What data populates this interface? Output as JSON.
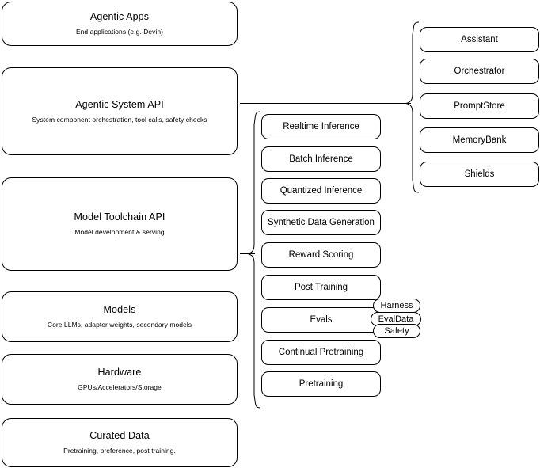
{
  "diagram": {
    "type": "layered-architecture-stack",
    "layers": [
      {
        "title": "Agentic Apps",
        "subtitle": "End applications (e.g. Devin)"
      },
      {
        "title": "Agentic System API",
        "subtitle": "System component orchestration, tool calls, safety checks"
      },
      {
        "title": "Model Toolchain API",
        "subtitle": "Model development & serving"
      },
      {
        "title": "Models",
        "subtitle": "Core LLMs, adapter weights, secondary models"
      },
      {
        "title": "Hardware",
        "subtitle": "GPUs/Accelerators/Storage"
      },
      {
        "title": "Curated Data",
        "subtitle": "Pretraining, preference, post training."
      }
    ],
    "toolchain_capabilities": [
      "Realtime Inference",
      "Batch Inference",
      "Quantized Inference",
      "Synthetic Data Generation",
      "Reward Scoring",
      "Post Training",
      "Evals",
      "Continual Pretraining",
      "Pretraining"
    ],
    "evals_badges": [
      "Harness",
      "EvalData",
      "Safety"
    ],
    "agentic_components": [
      "Assistant",
      "Orchestrator",
      "PromptStore",
      "MemoryBank",
      "Shields"
    ],
    "colors": {
      "stroke": "#000000",
      "background": "#ffffff",
      "text": "#000000"
    }
  }
}
